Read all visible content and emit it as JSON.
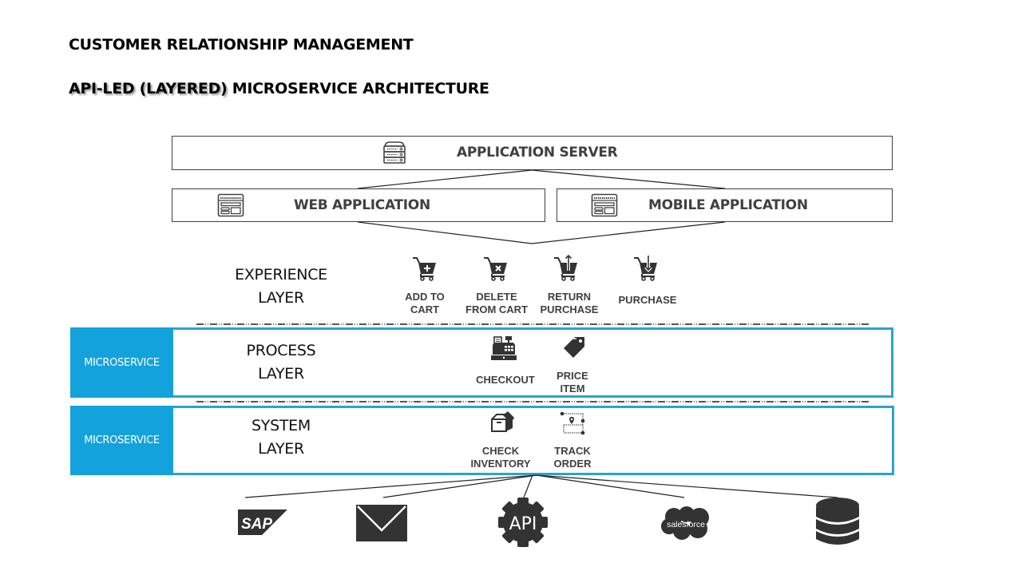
{
  "title": "CUSTOMER RELATIONSHIP MANAGEMENT",
  "subtitle": {
    "highlight": "API-LED (LAYERED)",
    "rest": "MICROSERVICE ARCHITECTURE"
  },
  "top_tier": {
    "app_server": {
      "label": "APPLICATION SERVER",
      "icon": "server-rack-icon"
    },
    "web_app": {
      "label": "WEB APPLICATION",
      "icon": "browser-window-icon"
    },
    "mobile_app": {
      "label": "MOBILE APPLICATION",
      "icon": "browser-window-icon"
    }
  },
  "layers": {
    "experience": {
      "label_line1": "EXPERIENCE",
      "label_line2": "LAYER",
      "services": [
        {
          "line1": "ADD TO",
          "line2": "CART",
          "icon": "cart-add-icon"
        },
        {
          "line1": "DELETE",
          "line2": "FROM CART",
          "icon": "cart-remove-icon"
        },
        {
          "line1": "RETURN",
          "line2": "PURCHASE",
          "icon": "cart-return-icon"
        },
        {
          "line1": "PURCHASE",
          "line2": "",
          "icon": "cart-purchase-icon"
        }
      ]
    },
    "process": {
      "tag": "MICROSERVICE",
      "label_line1": "PROCESS",
      "label_line2": "LAYER",
      "services": [
        {
          "line1": "CHECKOUT",
          "line2": "",
          "icon": "cash-register-icon"
        },
        {
          "line1": "PRICE",
          "line2": "ITEM",
          "icon": "price-tag-icon"
        }
      ]
    },
    "system": {
      "tag": "MICROSERVICE",
      "label_line1": "SYSTEM",
      "label_line2": "LAYER",
      "services": [
        {
          "line1": "CHECK",
          "line2": "INVENTORY",
          "icon": "box-icon"
        },
        {
          "line1": "TRACK",
          "line2": "ORDER",
          "icon": "route-pin-icon"
        }
      ]
    }
  },
  "backends": [
    {
      "name": "SAP",
      "icon": "sap-logo-icon"
    },
    {
      "name": "Email",
      "icon": "envelope-icon"
    },
    {
      "name": "API",
      "icon": "api-gear-icon"
    },
    {
      "name": "salesforce",
      "icon": "salesforce-cloud-icon"
    },
    {
      "name": "Database",
      "icon": "database-icon"
    }
  ],
  "colors": {
    "accent": "#14a2dc",
    "band_border": "#29a3d4",
    "icon_dark": "#333333",
    "text_gray": "#404040"
  }
}
